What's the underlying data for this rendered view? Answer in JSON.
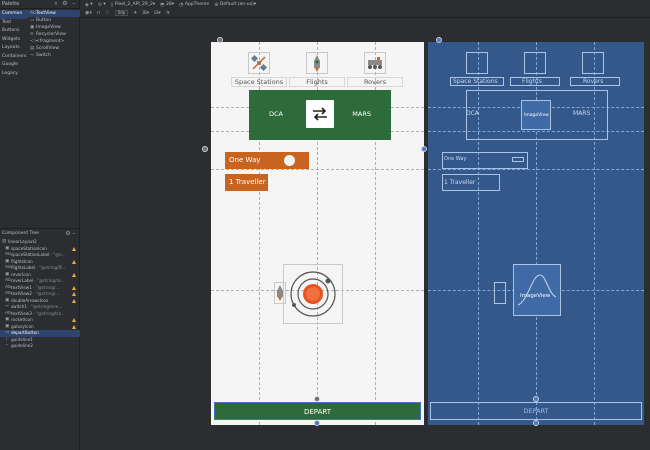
{
  "palette": {
    "title": "Palette",
    "categories": [
      "Common",
      "Text",
      "Buttons",
      "Widgets",
      "Layouts",
      "Containers",
      "Google",
      "Legacy"
    ],
    "selected_category": 0,
    "items": [
      {
        "icon": "Ab",
        "label": "TextView"
      },
      {
        "icon": "▭",
        "label": "Button"
      },
      {
        "icon": "▣",
        "label": "ImageView"
      },
      {
        "icon": "≡",
        "label": "RecyclerView"
      },
      {
        "icon": "<>",
        "label": "<fragment>"
      },
      {
        "icon": "▤",
        "label": "ScrollView"
      },
      {
        "icon": "⊸",
        "label": "Switch"
      }
    ]
  },
  "toolbar": {
    "device": "Pixel_2_API_29_2",
    "api": "28",
    "theme": "AppTheme",
    "locale": "Default (en-us)",
    "zoom_label": "0dp"
  },
  "tree": {
    "title": "Component Tree",
    "rows": [
      {
        "icon": "▥",
        "label": "linearLayout2",
        "attr": "",
        "indent": 0,
        "warn": false
      },
      {
        "icon": "▣",
        "label": "spaceStationIcon",
        "attr": "",
        "indent": 1,
        "warn": true
      },
      {
        "icon": "Ab",
        "label": "spaceStationLabel",
        "attr": "- \"@s...",
        "indent": 1,
        "warn": false
      },
      {
        "icon": "▣",
        "label": "flightsIcon",
        "attr": "",
        "indent": 1,
        "warn": true
      },
      {
        "icon": "Ab",
        "label": "flightsLabel",
        "attr": "- \"@string/fli...",
        "indent": 1,
        "warn": false
      },
      {
        "icon": "▣",
        "label": "roverIcon",
        "attr": "",
        "indent": 1,
        "warn": true
      },
      {
        "icon": "Ab",
        "label": "roverLabel",
        "attr": "- \"@string/ro...",
        "indent": 1,
        "warn": false
      },
      {
        "icon": "Ab",
        "label": "textView1",
        "attr": "- \"@string/...",
        "indent": 1,
        "warn": true
      },
      {
        "icon": "Ab",
        "label": "textView2",
        "attr": "- \"@string/...",
        "indent": 1,
        "warn": true
      },
      {
        "icon": "▣",
        "label": "doubleArrowsIcon",
        "attr": "",
        "indent": 1,
        "warn": true
      },
      {
        "icon": "⊸",
        "label": "switch1",
        "attr": "- \"@string/one...",
        "indent": 1,
        "warn": false
      },
      {
        "icon": "Ab",
        "label": "textView3",
        "attr": "- \"@string/tra...",
        "indent": 1,
        "warn": false
      },
      {
        "icon": "▣",
        "label": "rocketIcon",
        "attr": "",
        "indent": 1,
        "warn": true
      },
      {
        "icon": "▣",
        "label": "galaxyIcon",
        "attr": "",
        "indent": 1,
        "warn": true
      },
      {
        "icon": "▭",
        "label": "departButton",
        "attr": "",
        "indent": 1,
        "warn": false,
        "selected": true
      },
      {
        "icon": "┆",
        "label": "guideline1",
        "attr": "",
        "indent": 1,
        "warn": false
      },
      {
        "icon": "┄",
        "label": "guideline2",
        "attr": "",
        "indent": 1,
        "warn": false
      }
    ]
  },
  "design": {
    "nav": [
      "Space Stations",
      "Flights",
      "Rovers"
    ],
    "route_from": "DCA",
    "route_to": "MARS",
    "one_way": "One Way",
    "travellers": "1 Traveller",
    "depart": "DEPART"
  },
  "blueprint": {
    "nav": [
      "Space Stations",
      "Flights",
      "Rovers"
    ],
    "route_from": "DCA",
    "route_to": "MARS",
    "image_view": "ImageView",
    "image_view_2": "ImageView",
    "one_way": "One Way",
    "travellers": "1 Traveller",
    "depart": "DEPART"
  }
}
